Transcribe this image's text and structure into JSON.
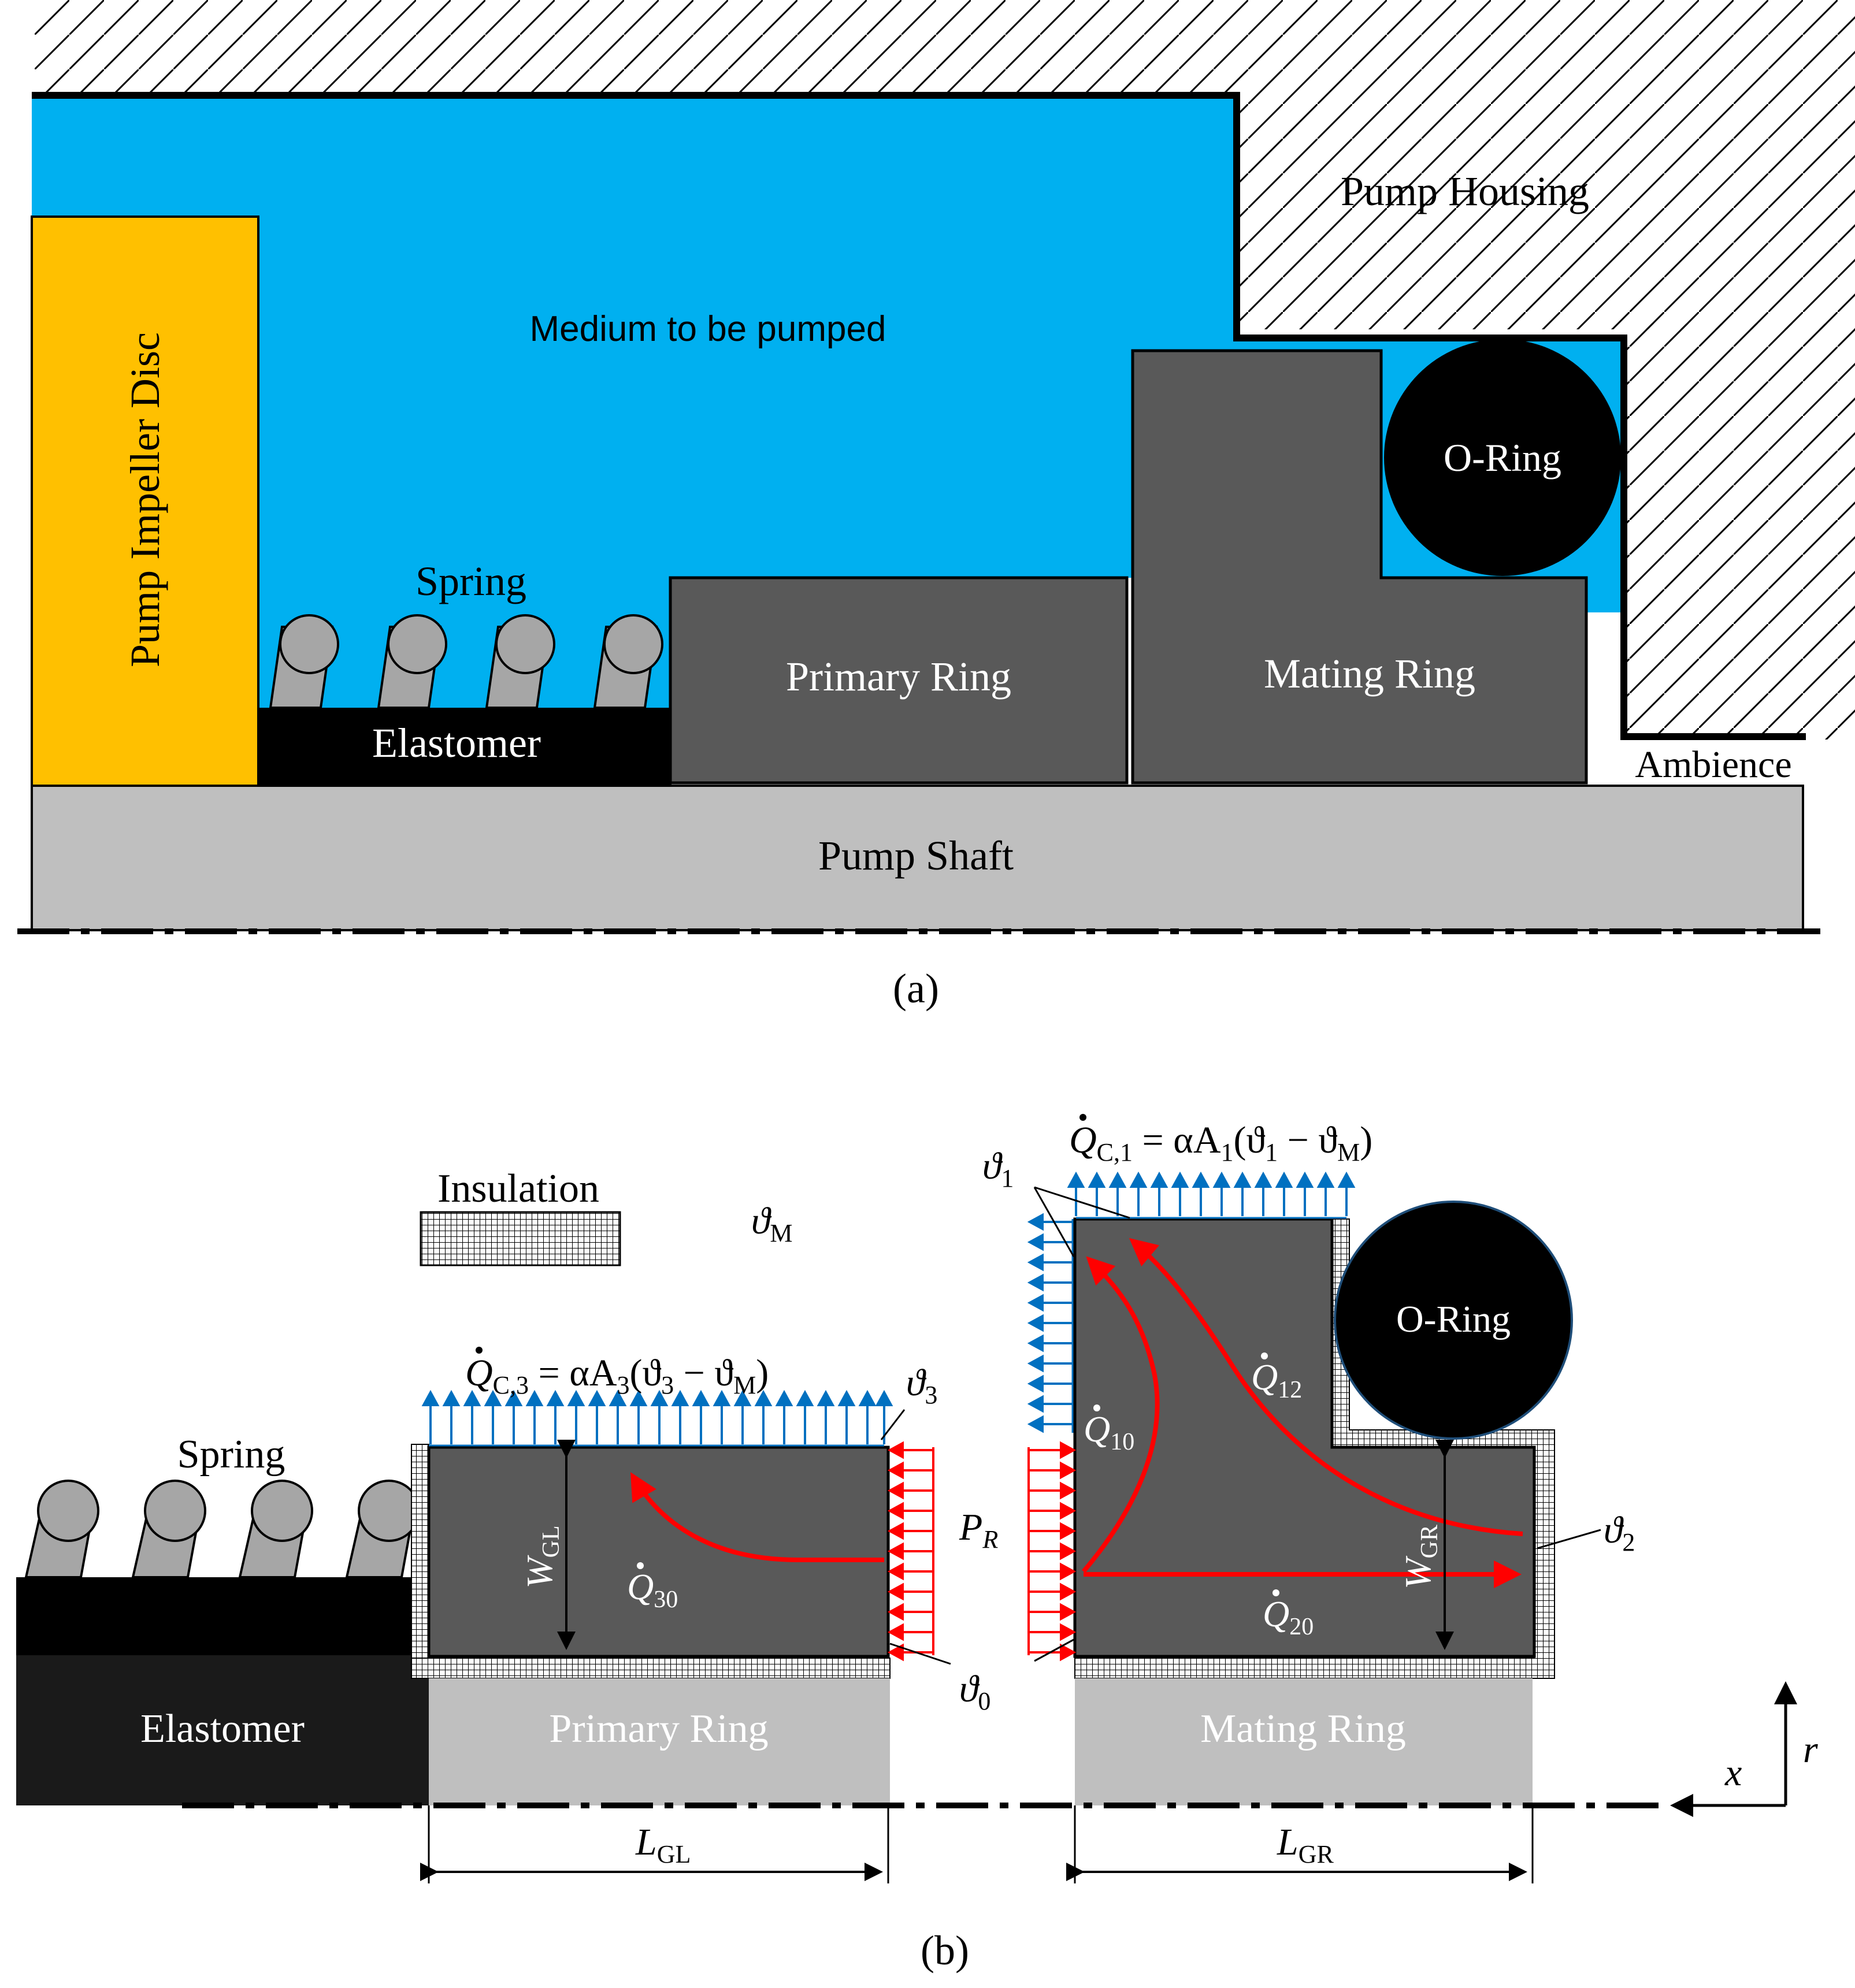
{
  "colors": {
    "medium": "#00b0f0",
    "impeller": "#ffc000",
    "ring": "#595959",
    "shaft": "#bfbfbf",
    "black": "#000000",
    "flow_arrow": "#ff0000",
    "convection_arrow": "#0070c0",
    "pressure_arrow": "#ff0000",
    "white": "#ffffff"
  },
  "panel_a": {
    "caption": "(a)",
    "housing_label": "Pump Housing",
    "medium_label": "Medium to be pumped",
    "impeller_label": "Pump Impeller Disc",
    "spring_label": "Spring",
    "elastomer_label": "Elastomer",
    "primary_ring_label": "Primary Ring",
    "mating_ring_label": "Mating Ring",
    "oring_label": "O-Ring",
    "ambience_label": "Ambience",
    "shaft_label": "Pump Shaft"
  },
  "panel_b": {
    "caption": "(b)",
    "insulation_label": "Insulation",
    "medium_temp": {
      "sym": "ϑ",
      "sub": "M"
    },
    "spring_label": "Spring",
    "elastomer_label": "Elastomer",
    "primary_ring_label": "Primary Ring",
    "mating_ring_label": "Mating Ring",
    "oring_label": "O-Ring",
    "eq_c3": {
      "q": "Q",
      "sub": "C,3",
      "mid": " = αA",
      "asub": "3",
      "open": "(ϑ",
      "s1": "3",
      "minus": " − ϑ",
      "s2": "M",
      "close": ")"
    },
    "eq_c1": {
      "q": "Q",
      "sub": "C,1",
      "mid": " = αA",
      "asub": "1",
      "open": "(ϑ",
      "s1": "1",
      "minus": " − ϑ",
      "s2": "M",
      "close": ")"
    },
    "theta1": {
      "sym": "ϑ",
      "sub": "1"
    },
    "theta2": {
      "sym": "ϑ",
      "sub": "2"
    },
    "theta3": {
      "sym": "ϑ",
      "sub": "3"
    },
    "theta0": {
      "sym": "ϑ",
      "sub": "0"
    },
    "q10": {
      "sym": "Q",
      "sub": "10"
    },
    "q12": {
      "sym": "Q",
      "sub": "12"
    },
    "q20": {
      "sym": "Q",
      "sub": "20"
    },
    "q30": {
      "sym": "Q",
      "sub": "30"
    },
    "pr": {
      "sym": "P",
      "sub": "R"
    },
    "wgl": {
      "sym": "W",
      "sub": "GL"
    },
    "wgr": {
      "sym": "W",
      "sub": "GR"
    },
    "lgl": {
      "sym": "L",
      "sub": "GL"
    },
    "lgr": {
      "sym": "L",
      "sub": "GR"
    },
    "axis_x": "x",
    "axis_r": "r"
  }
}
